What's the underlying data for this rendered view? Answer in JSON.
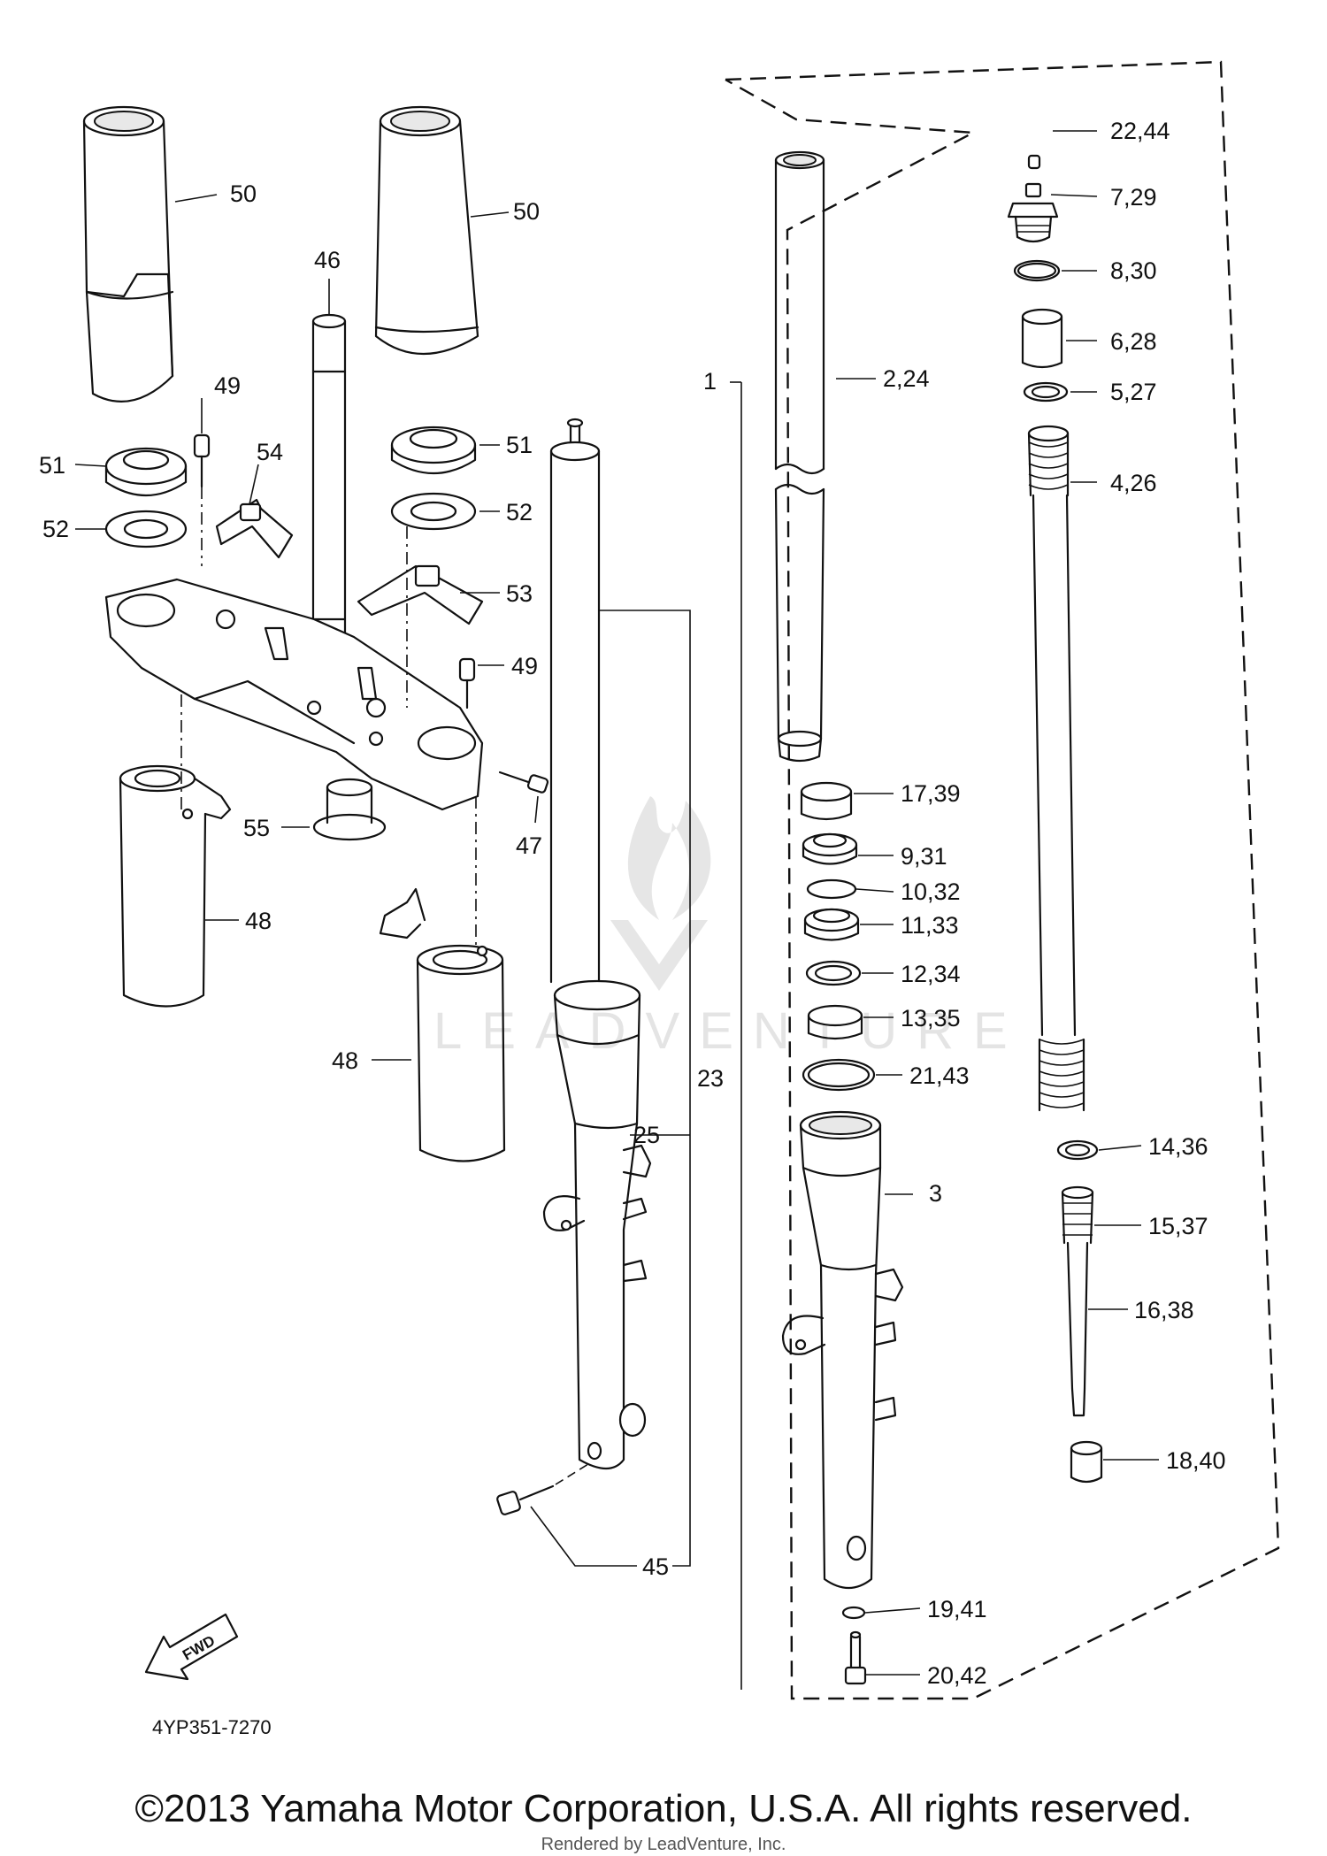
{
  "diagram": {
    "watermark_text": "LEADVENTURE",
    "drawing_code": "4YP351-7270",
    "fwd_label": "FWD",
    "callouts": [
      {
        "id": "c-1",
        "label": "1"
      },
      {
        "id": "c-2-24",
        "label": "2,24"
      },
      {
        "id": "c-3",
        "label": "3"
      },
      {
        "id": "c-4-26",
        "label": "4,26"
      },
      {
        "id": "c-5-27",
        "label": "5,27"
      },
      {
        "id": "c-6-28",
        "label": "6,28"
      },
      {
        "id": "c-7-29",
        "label": "7,29"
      },
      {
        "id": "c-8-30",
        "label": "8,30"
      },
      {
        "id": "c-9-31",
        "label": "9,31"
      },
      {
        "id": "c-10-32",
        "label": "10,32"
      },
      {
        "id": "c-11-33",
        "label": "11,33"
      },
      {
        "id": "c-12-34",
        "label": "12,34"
      },
      {
        "id": "c-13-35",
        "label": "13,35"
      },
      {
        "id": "c-14-36",
        "label": "14,36"
      },
      {
        "id": "c-15-37",
        "label": "15,37"
      },
      {
        "id": "c-16-38",
        "label": "16,38"
      },
      {
        "id": "c-17-39",
        "label": "17,39"
      },
      {
        "id": "c-18-40",
        "label": "18,40"
      },
      {
        "id": "c-19-41",
        "label": "19,41"
      },
      {
        "id": "c-20-42",
        "label": "20,42"
      },
      {
        "id": "c-21-43",
        "label": "21,43"
      },
      {
        "id": "c-22-44",
        "label": "22,44"
      },
      {
        "id": "c-23",
        "label": "23"
      },
      {
        "id": "c-25",
        "label": "25"
      },
      {
        "id": "c-45",
        "label": "45"
      },
      {
        "id": "c-46",
        "label": "46"
      },
      {
        "id": "c-47",
        "label": "47"
      },
      {
        "id": "c-48a",
        "label": "48"
      },
      {
        "id": "c-48b",
        "label": "48"
      },
      {
        "id": "c-49a",
        "label": "49"
      },
      {
        "id": "c-49b",
        "label": "49"
      },
      {
        "id": "c-50a",
        "label": "50"
      },
      {
        "id": "c-50b",
        "label": "50"
      },
      {
        "id": "c-51a",
        "label": "51"
      },
      {
        "id": "c-51b",
        "label": "51"
      },
      {
        "id": "c-52a",
        "label": "52"
      },
      {
        "id": "c-52b",
        "label": "52"
      },
      {
        "id": "c-53",
        "label": "53"
      },
      {
        "id": "c-54",
        "label": "54"
      },
      {
        "id": "c-55",
        "label": "55"
      }
    ]
  },
  "footer": {
    "copyright": "©2013 Yamaha Motor Corporation, U.S.A. All rights reserved.",
    "rendered_by": "Rendered by LeadVenture, Inc."
  }
}
